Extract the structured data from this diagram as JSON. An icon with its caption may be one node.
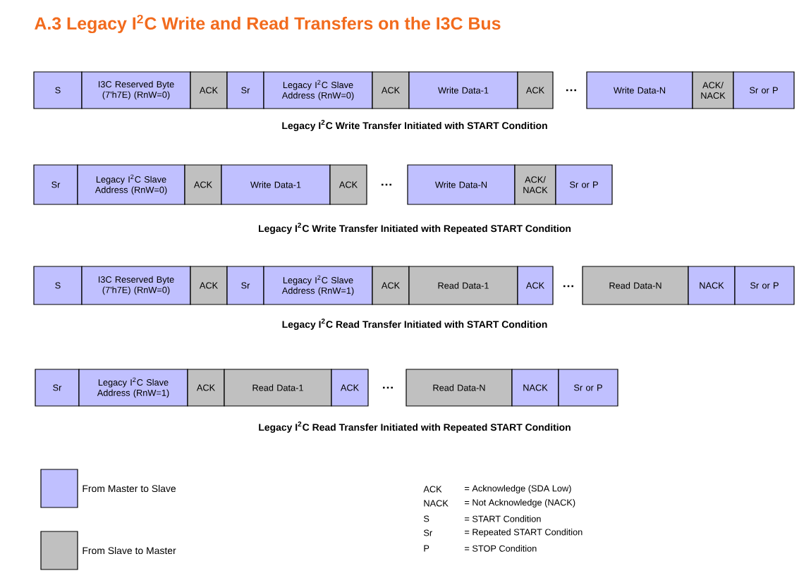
{
  "diagram": {
    "title": "A.3 Legacy I$^{2}$C Write and Read Transfers on the I3C Bus",
    "nodes": [
      {
        "text": [
          "S"
        ]
      },
      {
        "text": [
          "I3C Reserved Byte (7'h7E) (RnW=0)"
        ]
      },
      {
        "text": [
          "ACK"
        ]
      },
      {
        "text": [
          "Sr"
        ]
      },
      {
        "text": [
          "Legacy I$^{2}$C Slave Address (RnW=0)"
        ]
      },
      {
        "text": [
          "ACK"
        ]
      },
      {
        "text": [
          "Write Data-1"
        ]
      },
      {
        "text": [
          "ACK"
        ]
      },
      {
        "text": [
          "Write Data-N"
        ]
      },
      {
        "text": [
          "ACK/ NACK"
        ]
      },
      {
        "text": [
          "Sr or P"
        ]
      },
      {
        "text": [
          "Sr"
        ]
      },
      {
        "text": [
          "Legacy I$^{2}$C Slave Address (RnW=0)"
        ]
      },
      {
        "text": [
          "ACK"
        ]
      },
      {
        "text": [
          "Write Data-1"
        ]
      },
      {
        "text": [
          "ACK"
        ]
      },
      {
        "text": [
          "Write Data-N"
        ]
      },
      {
        "text": [
          "ACK/ NACK"
        ]
      },
      {
        "text": [
          "Sr or P"
        ]
      },
      {
        "text": [
          "S"
        ]
      },
      {
        "text": [
          "I3C Reserved Byte (7'h7E) (RnW=0)"
        ]
      },
      {
        "text": [
          "ACK"
        ]
      },
      {
        "text": [
          "Sr"
        ]
      },
      {
        "text": [
          "Legacy I$^{2}$C Slave Address (RnW=1)"
        ]
      },
      {
        "text": [
          "ACK"
        ]
      },
      {
        "text": [
          "Read Data-1"
        ]
      },
      {
        "text": [
          "ACK"
        ]
      },
      {
        "text": [
          "Read Data-N"
        ]
      },
      {
        "text": [
          "NACK"
        ]
      },
      {
        "text": [
          "Sr or P"
        ]
      },
      {
        "text": [
          "Sr"
        ]
      },
      {
        "text": [
          "Legacy I$^{2}$C Slave Address (RnW=1)"
        ]
      },
      {
        "text": [
          "ACK"
        ]
      },
      {
        "text": [
          "Read Data-1"
        ]
      },
      {
        "text": [
          "ACK"
        ]
      },
      {
        "text": [
          "Read Data-N"
        ]
      },
      {
        "text": [
          "NACK"
        ]
      },
      {
        "text": [
          "Sr or P"
        ]
      }
    ],
    "edges": [],
    "labels": [
      "…",
      "Legacy I$^{2}$C Write Transfer Initiated with START Condition",
      "…",
      "Legacy I$^{2}$C Write Transfer Initiated with Repeated START Condition",
      "…",
      "Legacy I$^{2}$C Read Transfer Initiated with START Condition",
      "…",
      "Legacy I$^{2}$C Read Transfer Initiated with Repeated START Condition",
      "ACK",
      "= Acknowledge (SDA Low)",
      "NACK",
      "= Not Acknowledge (NACK)",
      "S",
      "= START Condition",
      "Sr",
      "= Repeated START Condition",
      "P",
      "= STOP Condition"
    ],
    "legend": [
      {
        "text": "From Master to Slave",
        "color": "#c0c0ff"
      },
      {
        "text": "From Slave to Master",
        "color": "#c0c0c0"
      }
    ]
  }
}
